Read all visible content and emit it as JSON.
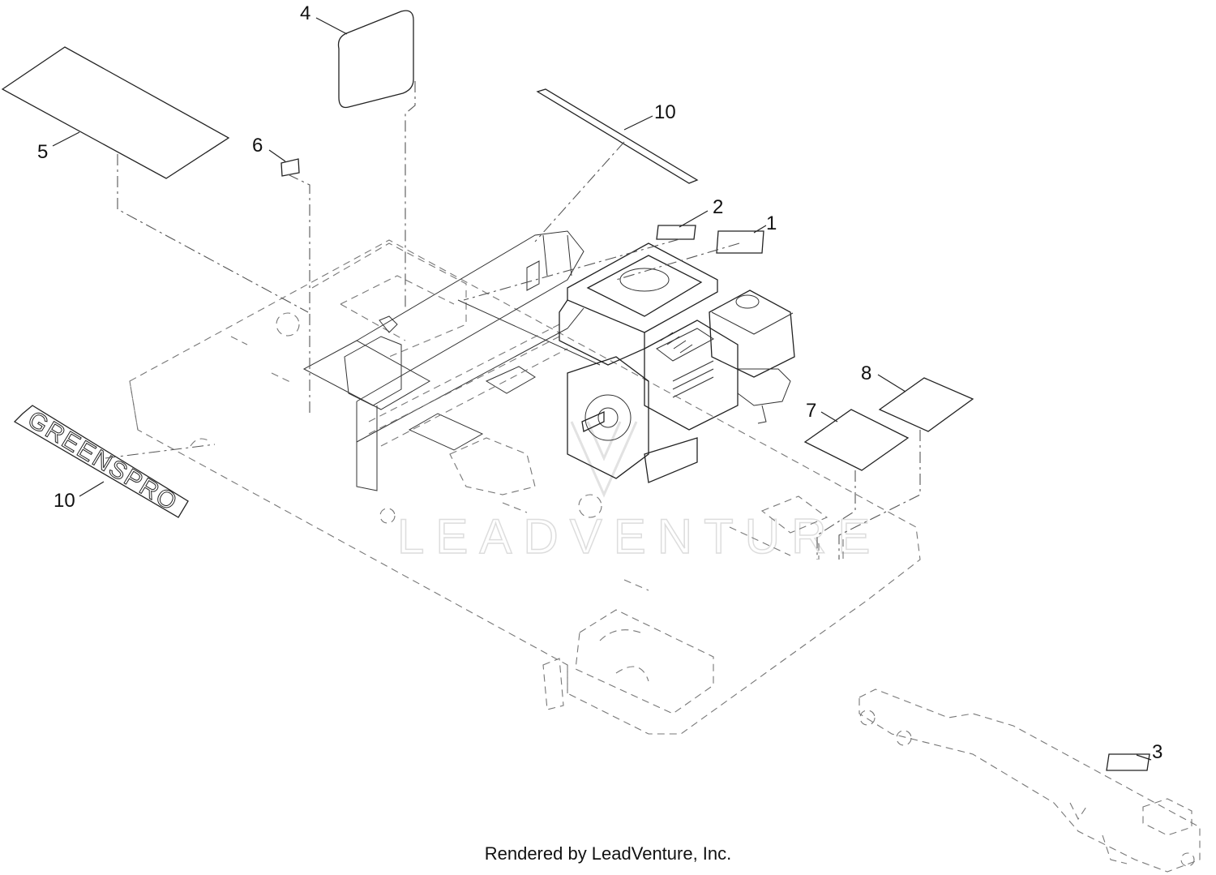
{
  "diagram": {
    "callouts": [
      {
        "id": "c1",
        "label": "1"
      },
      {
        "id": "c2",
        "label": "2"
      },
      {
        "id": "c3",
        "label": "3"
      },
      {
        "id": "c4",
        "label": "4"
      },
      {
        "id": "c5",
        "label": "5"
      },
      {
        "id": "c6",
        "label": "6"
      },
      {
        "id": "c7",
        "label": "7"
      },
      {
        "id": "c8",
        "label": "8"
      },
      {
        "id": "c10a",
        "label": "10"
      },
      {
        "id": "c10b",
        "label": "10"
      }
    ],
    "brand_decal_text": "GREENSPRO",
    "watermark_text": "LEADVENTURE"
  },
  "footer": {
    "credit": "Rendered by LeadVenture, Inc."
  }
}
